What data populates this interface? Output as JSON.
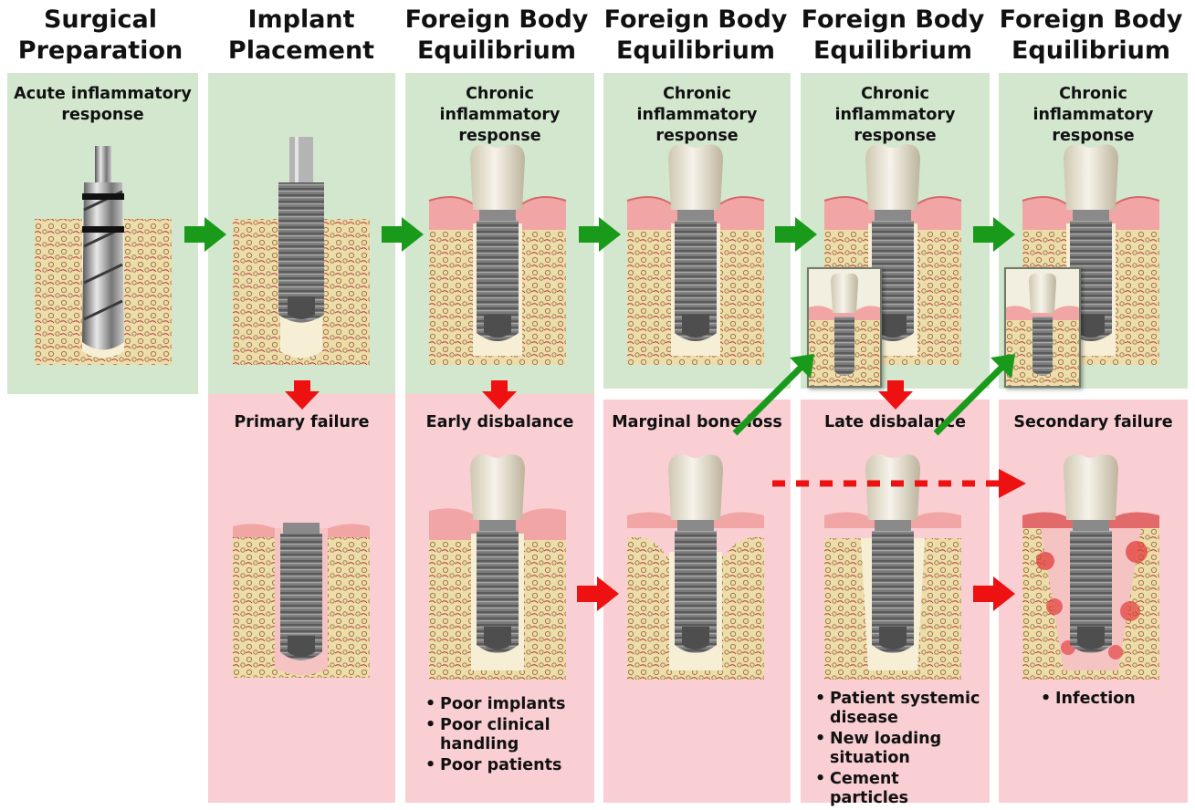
{
  "columns": [
    {
      "title": "Surgical\nPreparation",
      "top_label": "Acute inflammatory\nresponse"
    },
    {
      "title": "Implant\nPlacement",
      "top_label": "",
      "bottom_label": "Primary failure"
    },
    {
      "title": "Foreign Body\nEquilibrium",
      "top_label": "Chronic inflammatory\nresponse",
      "bottom_label": "Early disbalance",
      "bullets": [
        "Poor implants",
        "Poor clinical handling",
        "Poor patients"
      ]
    },
    {
      "title": "Foreign Body\nEquilibrium",
      "top_label": "Chronic inflammatory\nresponse",
      "bottom_label": "Marginal bone loss"
    },
    {
      "title": "Foreign Body\nEquilibrium",
      "top_label": "Chronic inflammatory\nresponse",
      "bottom_label": "Late disbalance",
      "bullets": [
        "Patient systemic disease",
        "New loading situation",
        "Cement particles"
      ]
    },
    {
      "title": "Foreign Body\nEquilibrium",
      "top_label": "Chronic inflammatory\nresponse",
      "bottom_label": "Secondary failure",
      "bullets": [
        "Infection"
      ]
    }
  ],
  "colors": {
    "equilibrium_panel": "#d3e7cf",
    "failure_panel": "#f9cfd4",
    "forward_arrow": "#1a9a1a",
    "failure_arrow": "#ee1111",
    "bone": "#f1dfb0",
    "gum": "#f1a5a5",
    "implant": "#7a7a7a",
    "crown": "#ece7d8"
  }
}
